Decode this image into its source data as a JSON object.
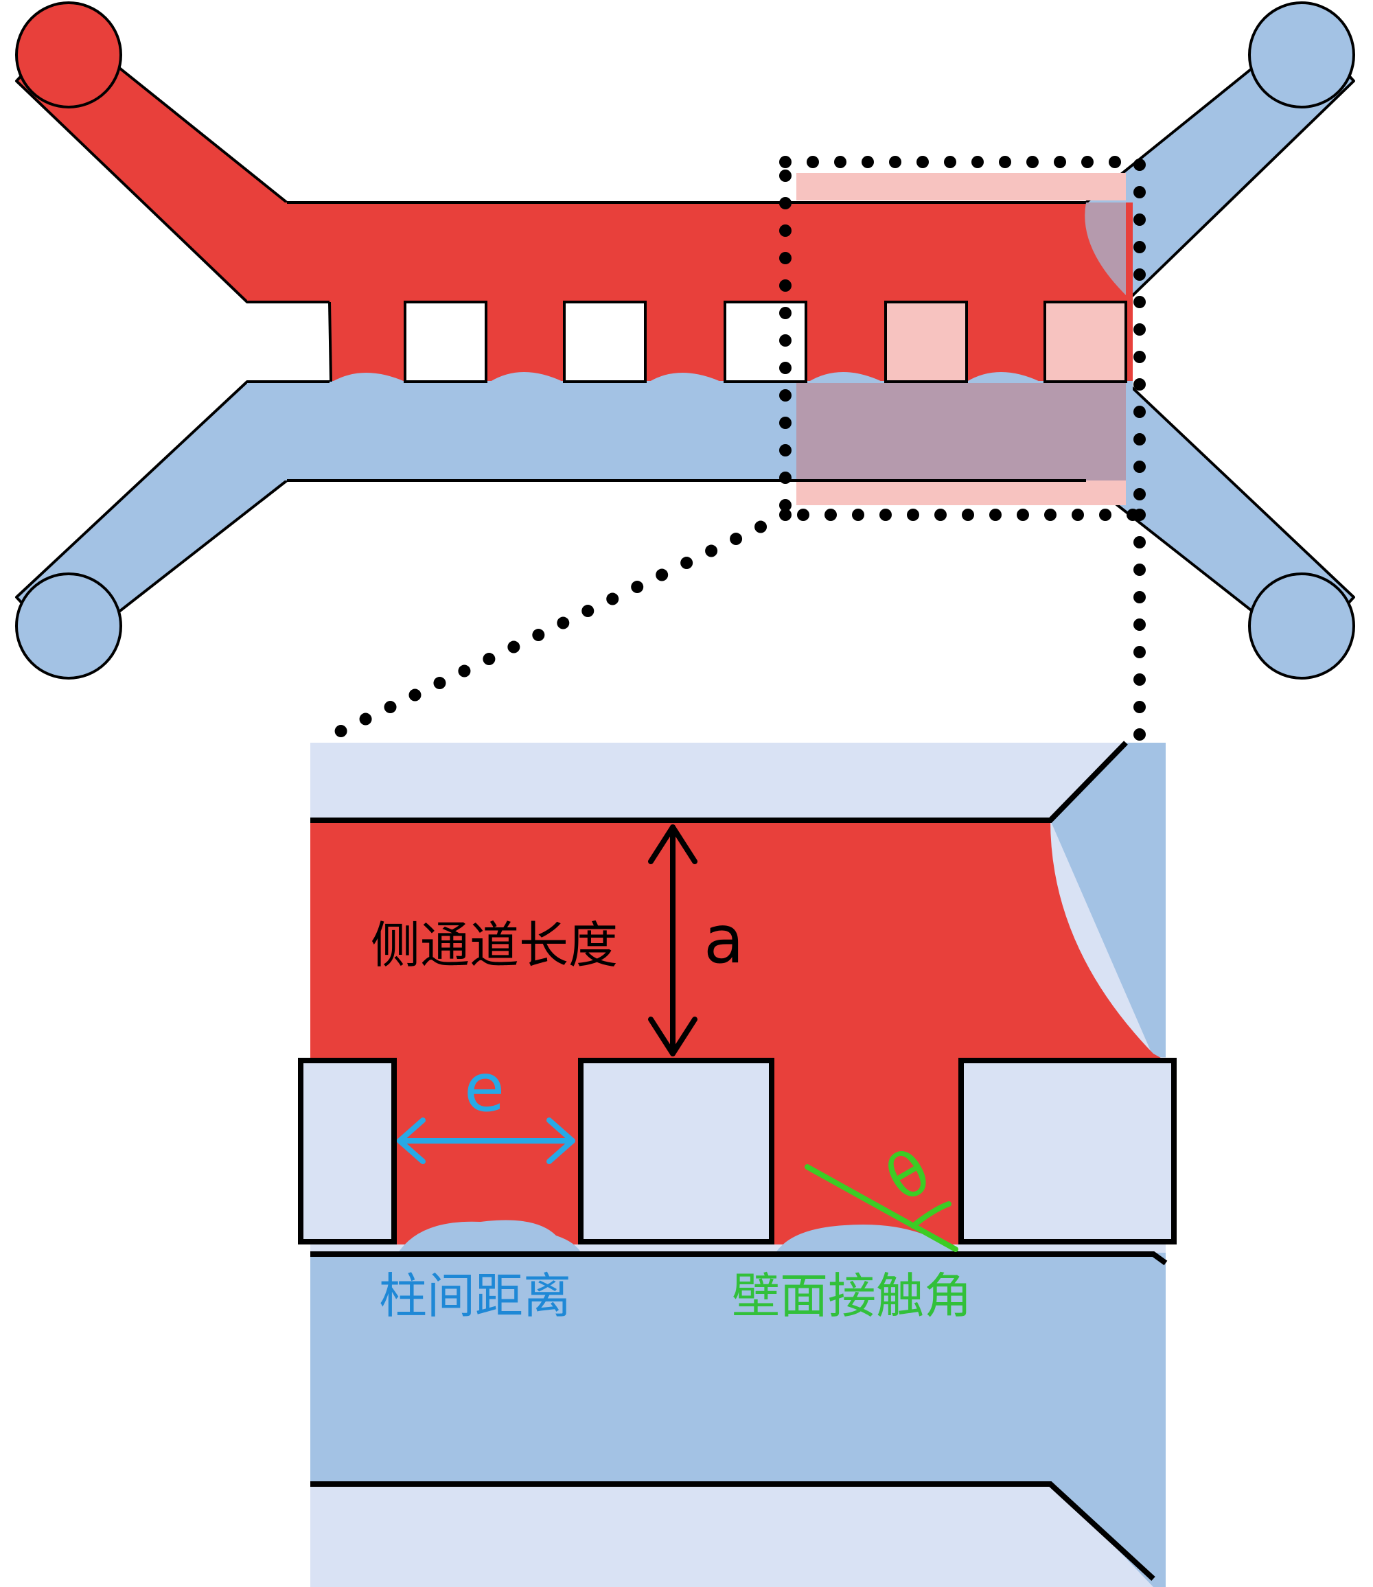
{
  "colors": {
    "red_fluid": "#e8403b",
    "blue_fluid": "#a3c2e4",
    "light_blue": "#d9e2f4",
    "pink_highlight": "#f7c3c0",
    "overlap": "#b59aad",
    "outline": "#000000",
    "arrow_a": "#000000",
    "arrow_e": "#27a9e6",
    "angle_green": "#3ccc25",
    "label_blue": "#1e88d6",
    "label_green": "#32c03a"
  },
  "labels": {
    "side_channel_length": "侧通道长度",
    "symbol_a": "a",
    "symbol_e": "e",
    "pillar_spacing": "柱间距离",
    "symbol_theta": "θ",
    "wall_contact_angle": "壁面接触角"
  }
}
